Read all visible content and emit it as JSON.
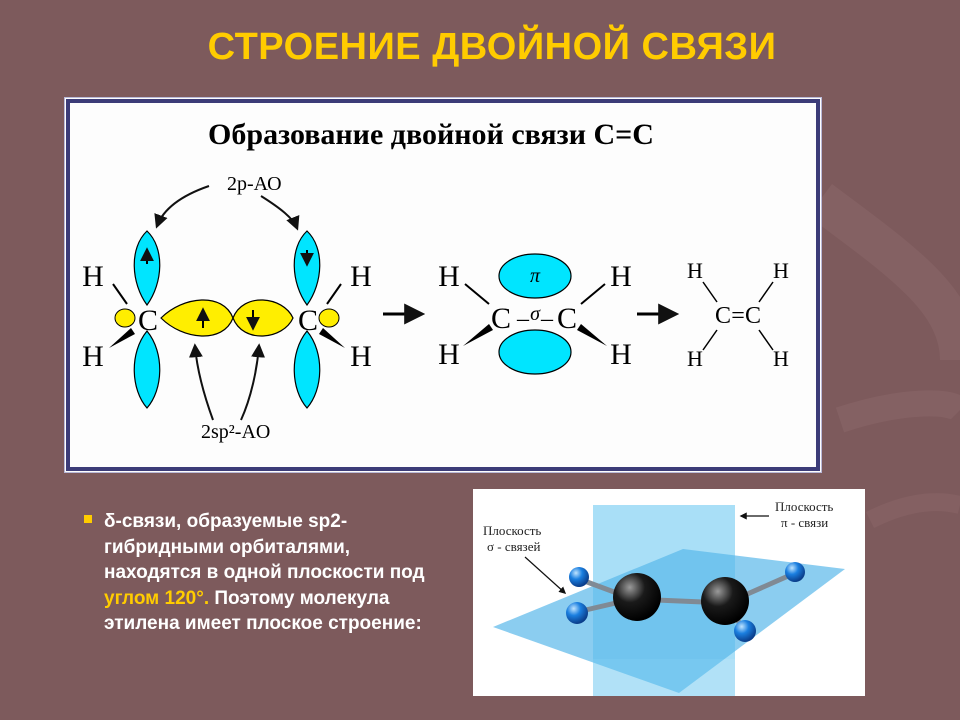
{
  "slide": {
    "title": "СТРОЕНИЕ ДВОЙНОЙ СВЯЗИ"
  },
  "diagram": {
    "heading": "Образование двойной связи С=С",
    "label_2p_ao": "2р-АО",
    "label_2sp2_ao": "2sp²-AO",
    "atom_c": "C",
    "atom_h": "H",
    "pi_label": "π",
    "sigma_label": "σ",
    "dash": "–",
    "double_bond": "="
  },
  "bullet": {
    "text_before": "δ-связи, образуемые sp2-гибридными орбиталями, находятся в одной плоскости под",
    "highlight": "углом 120°.",
    "text_after": "Поэтому молекула этилена имеет плоское строение:"
  },
  "molecule": {
    "plane_pi_label_line1": "Плоскость",
    "plane_pi_label_line2": "π - связи",
    "plane_sigma_label_line1": "Плоскость",
    "plane_sigma_label_line2": "σ - связей"
  },
  "colors": {
    "background": "#7d5a5c",
    "title": "#ffcc00",
    "orbital_p": "#00e5ff",
    "orbital_sp2": "#ffee00",
    "plane": "#63c4f0"
  }
}
